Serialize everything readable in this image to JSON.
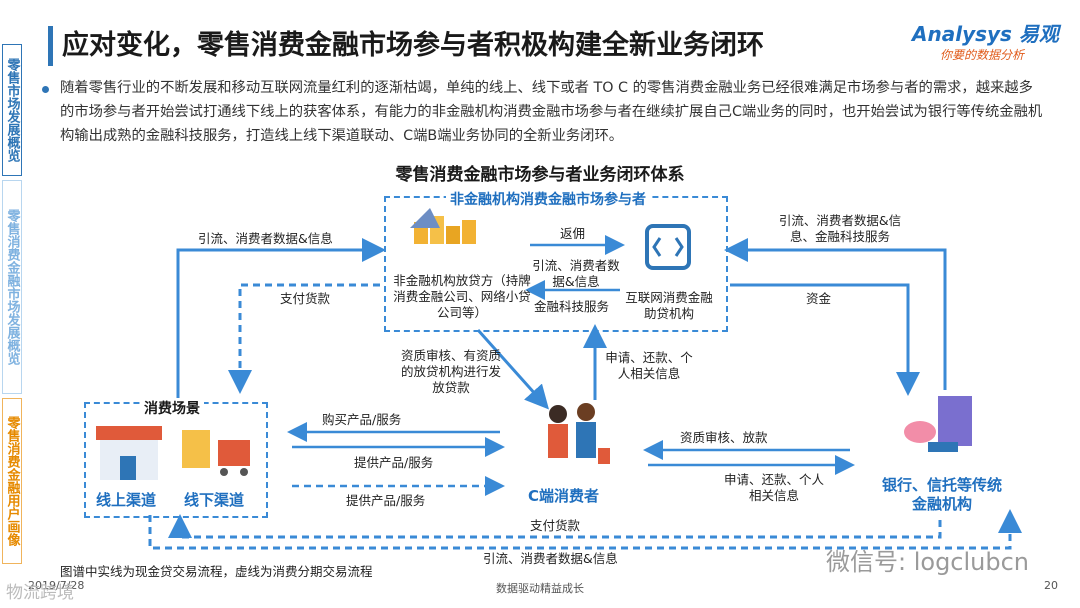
{
  "sidebar": {
    "tab1": "零售市场发展概览",
    "tab2": "零售消费金融市场发展概览",
    "tab3": "零售消费金融用户画像"
  },
  "header": {
    "title": "应对变化，零售消费金融市场参与者积极构建全新业务闭环",
    "logo_main": "Analysys 易观",
    "logo_sub": "你要的数据分析"
  },
  "intro": {
    "paragraph": "随着零售行业的不断发展和移动互联网流量红利的逐渐枯竭，单纯的线上、线下或者 TO C 的零售消费金融业务已经很难满足市场参与者的需求，越来越多的市场参与者开始尝试打通线下线上的获客体系，有能力的非金融机构消费金融市场参与者在继续扩展自己C端业务的同时，也开始尝试为银行等传统金融机构输出成熟的金融科技服务，打造线上线下渠道联动、C端B端业务协同的全新业务闭环。"
  },
  "diagram": {
    "title": "零售消费金融市场参与者业务闭环体系",
    "nonfin_box_title": "非金融机构消费金融市场参与者",
    "nonfin_lender": "非金融机构放贷方（持牌消费金融公司、网络小贷公司等）",
    "internet_platform": "互联网消费金融助贷机构",
    "scene_title": "消费场景",
    "online_channel": "线上渠道",
    "offline_channel": "线下渠道",
    "consumer": "C端消费者",
    "bank": "银行、信托等传统金融机构",
    "edges": {
      "rebate": "返佣",
      "mid_left": "引流、消费者数据&信息",
      "fintech": "金融科技服务",
      "left_top": "引流、消费者数据&信息",
      "left_pay": "支付货款",
      "right_top": "引流、消费者数据&信息、金融科技服务",
      "right_fund": "资金",
      "review_nonfin": "资质审核、有资质的放贷机构进行发放贷款",
      "apply_nonfin": "申请、还款、个人相关信息",
      "buy": "购买产品/服务",
      "provide1": "提供产品/服务",
      "provide2": "提供产品/服务",
      "review_bank": "资质审核、放款",
      "apply_bank": "申请、还款、个人相关信息",
      "bottom_pay": "支付货款",
      "bottom_info": "引流、消费者数据&信息"
    }
  },
  "footer": {
    "note": "图谱中实线为现金贷交易流程，虚线为消费分期交易流程",
    "date": "2019/7/28",
    "center": "数据驱动精益成长",
    "page": "20",
    "watermark_wechat": "微信号: logclubcn",
    "watermark_left": "物流跨境"
  },
  "colors": {
    "accent": "#2e75b6",
    "arrow": "#3a8ad6",
    "orange": "#e68a00"
  }
}
